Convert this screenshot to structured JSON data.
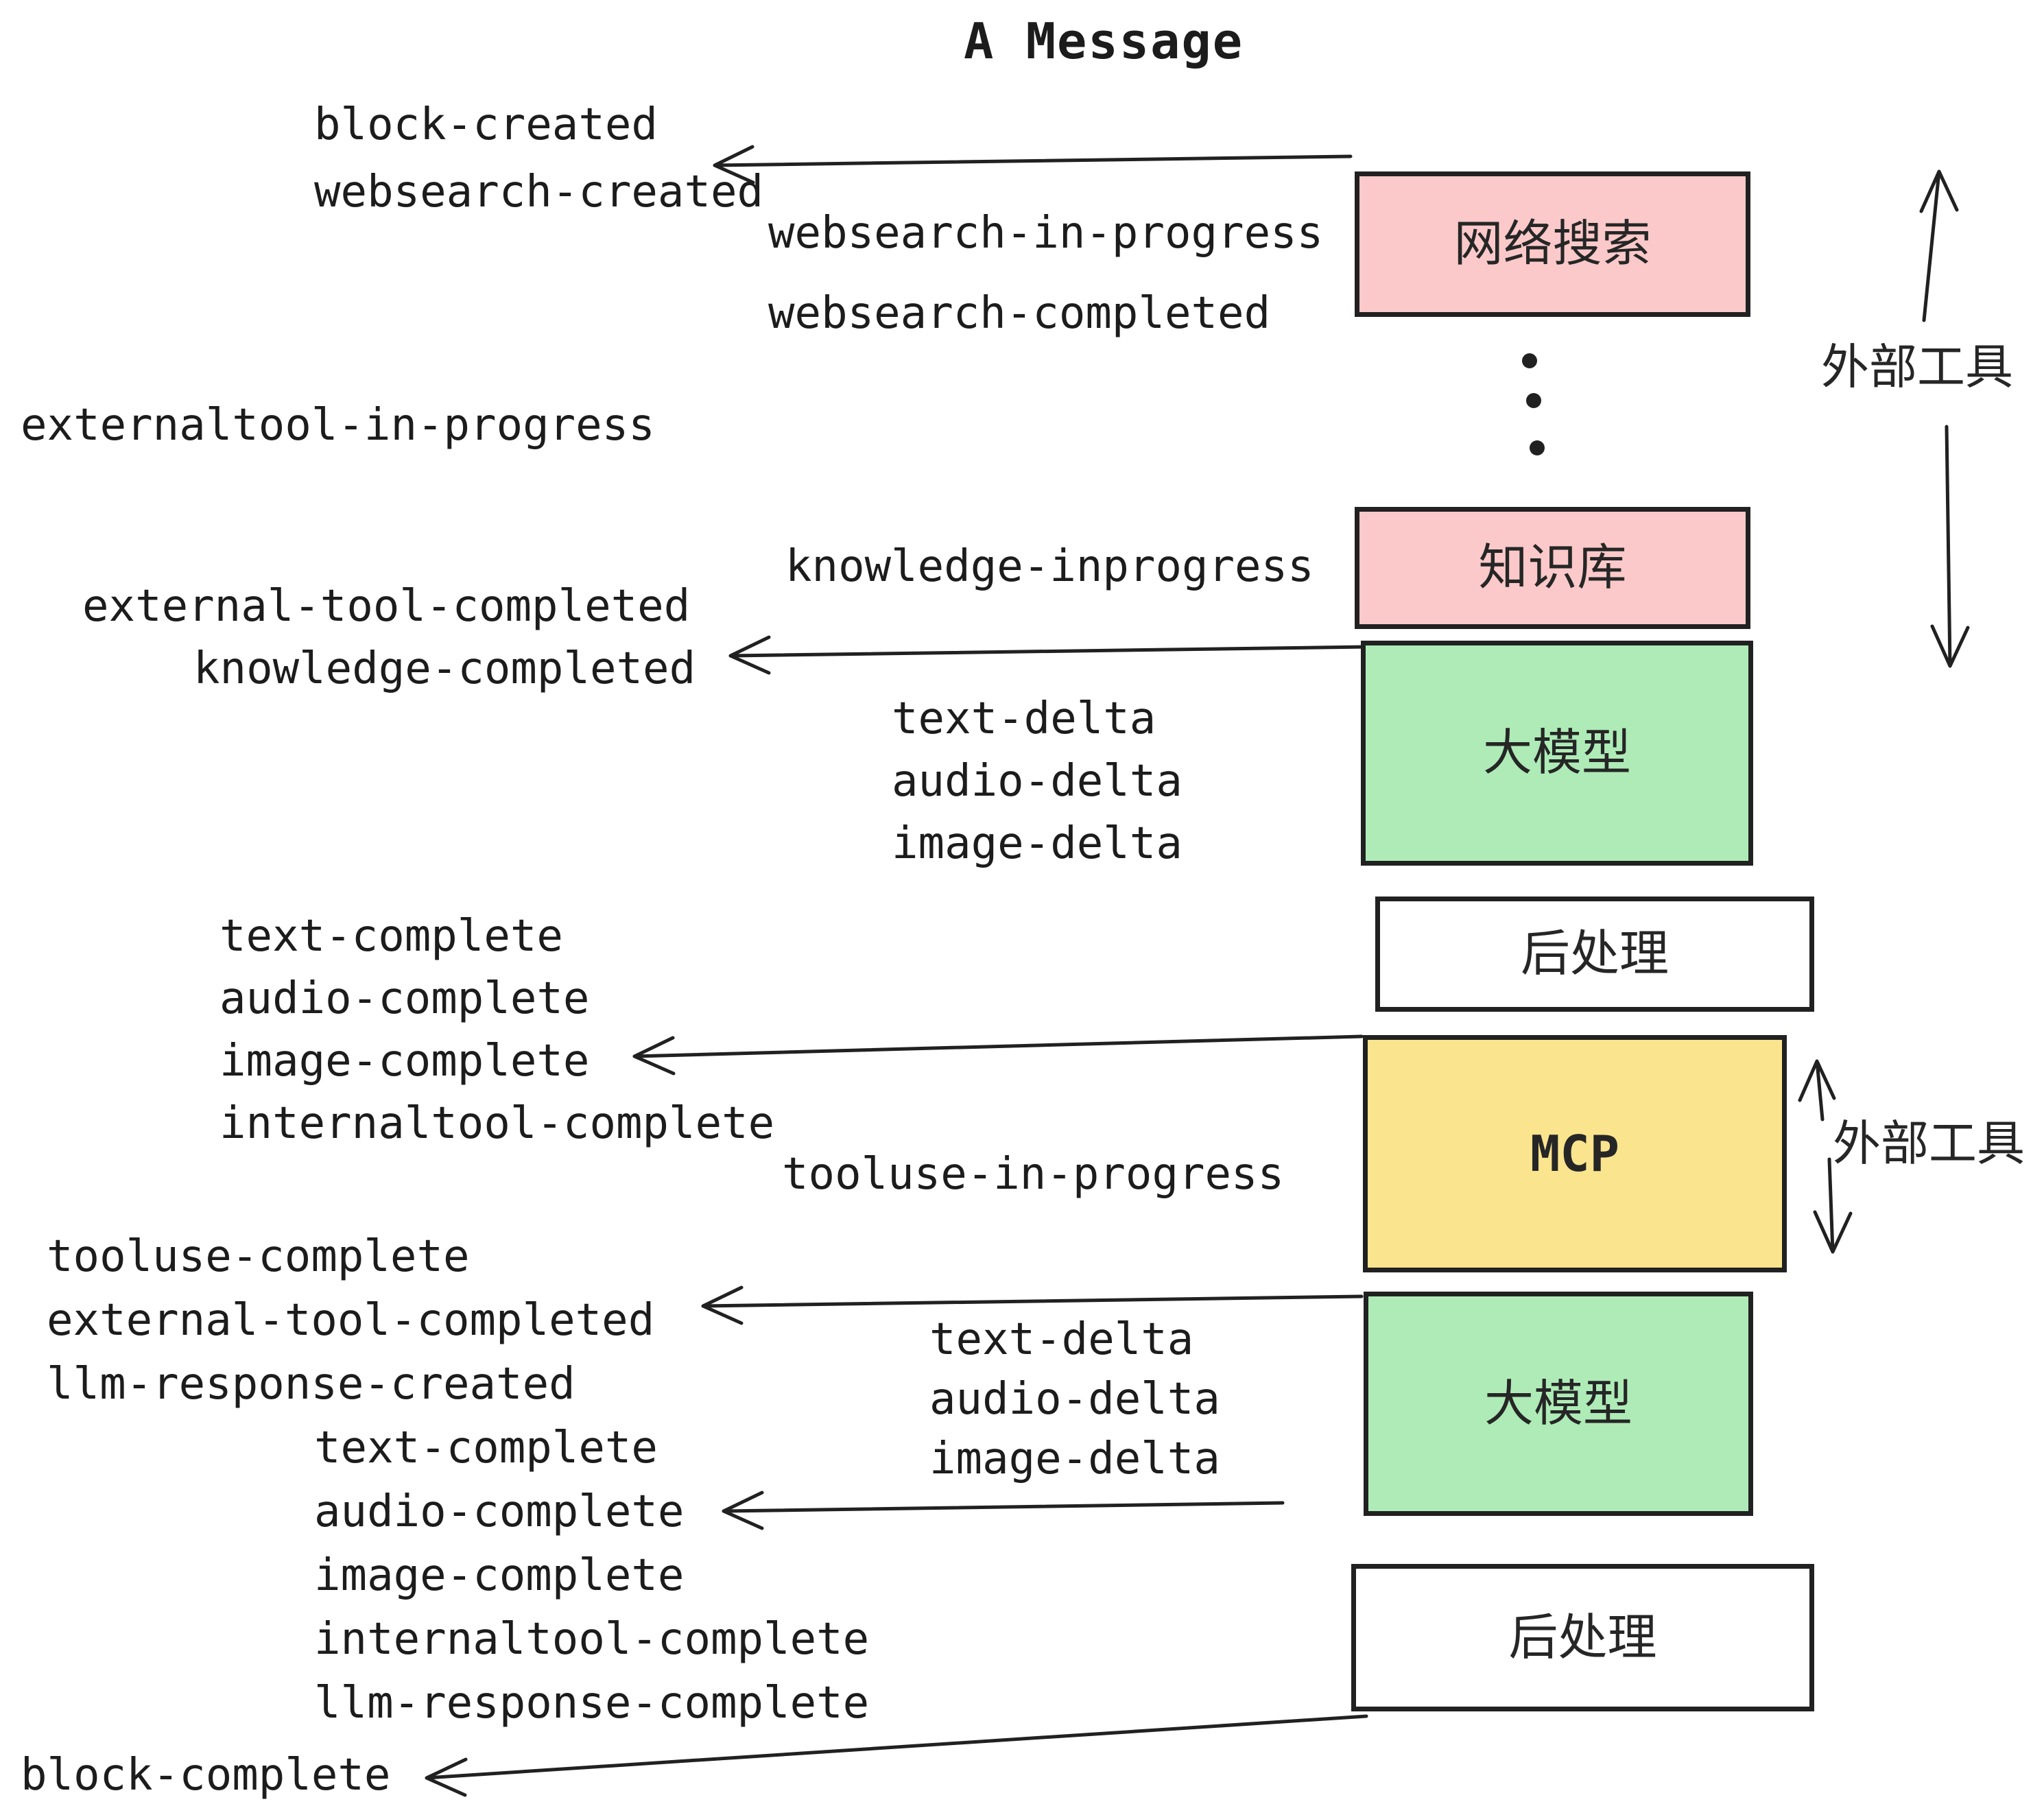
{
  "title": "A Message",
  "colors": {
    "background": "#FFFFFF",
    "pink_box": "#FBC9C9",
    "green_box": "#AEEBB7",
    "yellow_box": "#FAE48E",
    "box_border": "#212121",
    "text": "#1C1C1C"
  },
  "boxes": {
    "websearch": "网络搜索",
    "knowledge": "知识库",
    "llm1": "大模型",
    "post1": "后处理",
    "mcp": "MCP",
    "llm2": "大模型",
    "post2": "后处理"
  },
  "side_labels": {
    "external_tools_top": "外部工具",
    "external_tools_mcp": "外部工具"
  },
  "events": {
    "block_created": "block-created",
    "websearch_created": "websearch-created",
    "websearch_in_progress": "websearch-in-progress",
    "websearch_completed": "websearch-completed",
    "externaltool_in_progress": "externaltool-in-progress",
    "knowledge_inprogress": "knowledge-inprogress",
    "external_tool_completed_1": "external-tool-completed",
    "knowledge_completed": "knowledge-completed",
    "text_delta_1": "text-delta",
    "audio_delta_1": "audio-delta",
    "image_delta_1": "image-delta",
    "text_complete_1": "text-complete",
    "audio_complete_1": "audio-complete",
    "image_complete_1": "image-complete",
    "internaltool_complete_1": "internaltool-complete",
    "tooluse_in_progress": "tooluse-in-progress",
    "tooluse_complete": "tooluse-complete",
    "external_tool_completed_2": "external-tool-completed",
    "llm_response_created": "llm-response-created",
    "text_delta_2": "text-delta",
    "audio_delta_2": "audio-delta",
    "image_delta_2": "image-delta",
    "text_complete_2": "text-complete",
    "audio_complete_2": "audio-complete",
    "image_complete_2": "image-complete",
    "internaltool_complete_2": "internaltool-complete",
    "llm_response_complete": "llm-response-complete",
    "block_complete": "block-complete"
  }
}
